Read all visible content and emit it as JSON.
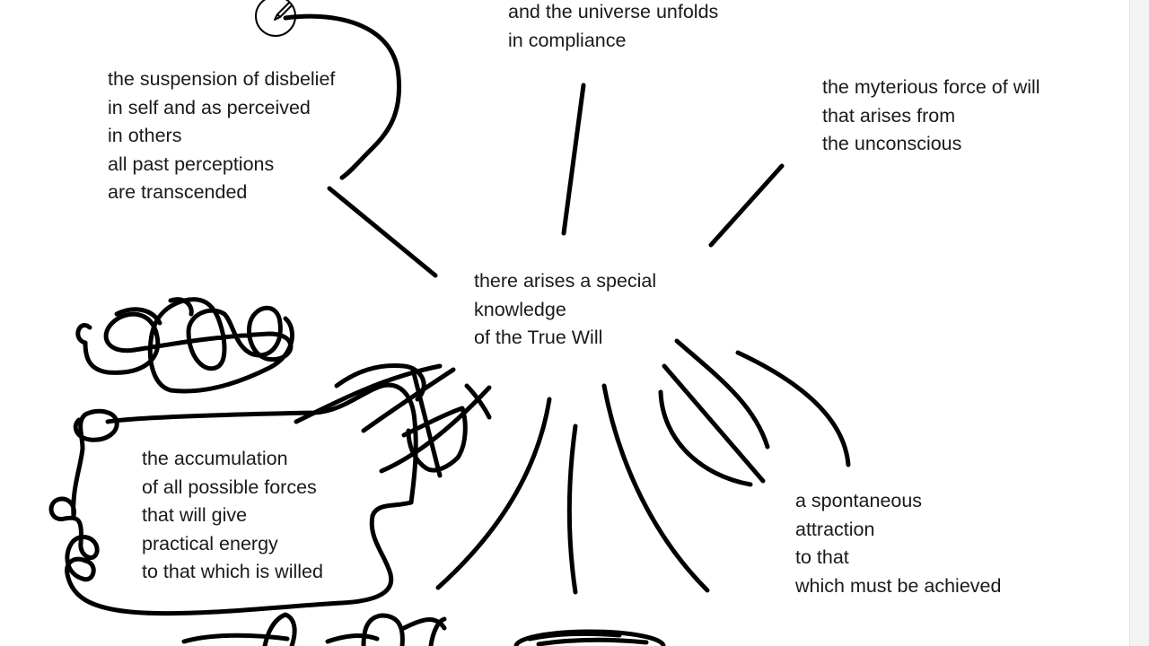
{
  "notes": {
    "universe": {
      "lines": [
        "and the universe unfolds",
        "in compliance"
      ]
    },
    "disbelief": {
      "lines": [
        "the suspension of disbelief",
        "in self and as perceived",
        "in others",
        "all past perceptions",
        "are transcended"
      ]
    },
    "will_force": {
      "lines": [
        "the myterious force of will",
        "that arises from",
        "the unconscious"
      ]
    },
    "center": {
      "lines": [
        "there arises a special",
        "knowledge",
        "of the True Will"
      ]
    },
    "accumulation": {
      "lines": [
        "the accumulation",
        "of all possible forces",
        "that will give",
        "practical energy",
        "to that which is willed"
      ]
    },
    "attraction": {
      "lines": [
        "a spontaneous",
        "attraction",
        "to that",
        "which must be achieved"
      ]
    }
  },
  "tool": {
    "icon": "pencil-cursor-icon"
  },
  "colors": {
    "ink": "#000000",
    "text": "#1a1a1a",
    "background": "#ffffff",
    "scrollbar": "#f3f3f3"
  }
}
